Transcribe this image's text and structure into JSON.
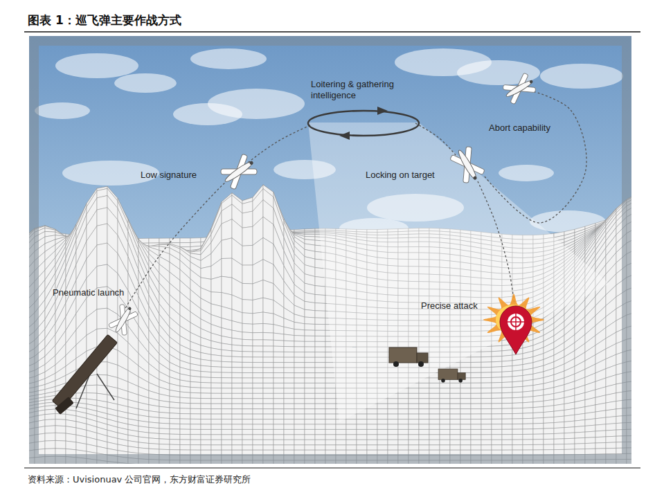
{
  "diagram": {
    "title": "图表 1：巡飞弹主要作战方式",
    "caption": "资料来源：Uvisionuav 公司官网，东方财富证券研究所",
    "labels": [
      "Loitering & gathering intelligence",
      "Abort capability",
      "Low signature",
      "Locking on target",
      "Pneumatic launch",
      "Precise attack"
    ]
  }
}
